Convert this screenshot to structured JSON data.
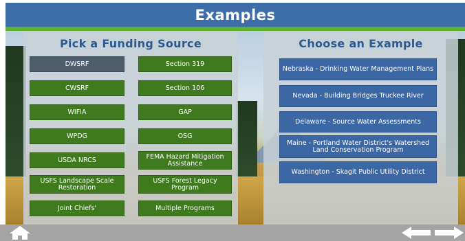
{
  "header": {
    "title": "Examples"
  },
  "left_panel": {
    "title": "Pick a Funding Source",
    "buttons": [
      "DWSRF",
      "Section 319",
      "CWSRF",
      "Section 106",
      "WIFIA",
      "GAP",
      "WPDG",
      "OSG",
      "USDA NRCS",
      "FEMA Hazard Mitigation Assistance",
      "USFS Landscape Scale Restoration",
      "USFS Forest Legacy Program",
      "Joint Chiefs'",
      "Multiple Programs"
    ],
    "selected": "DWSRF"
  },
  "right_panel": {
    "title": "Choose an Example",
    "examples": [
      "Nebraska - Drinking Water Management Plans",
      "Nevada - Building Bridges Truckee River",
      "Delaware - Source Water Assessments",
      "Maine - Portland Water District's Watershed Land Conservation Program",
      "Washington - Skagit Public Utility District"
    ]
  },
  "footer": {
    "icons": [
      "home-icon",
      "arrow-left-icon",
      "arrow-right-icon"
    ]
  },
  "colors": {
    "header": "#3e6ea8",
    "accent_green": "#5db12e",
    "button_green": "#3f7a1f",
    "button_selected": "#4e5d6c",
    "button_blue": "#3b67a5",
    "panel_title": "#2b5a90",
    "footer": "#a4a4a4"
  }
}
